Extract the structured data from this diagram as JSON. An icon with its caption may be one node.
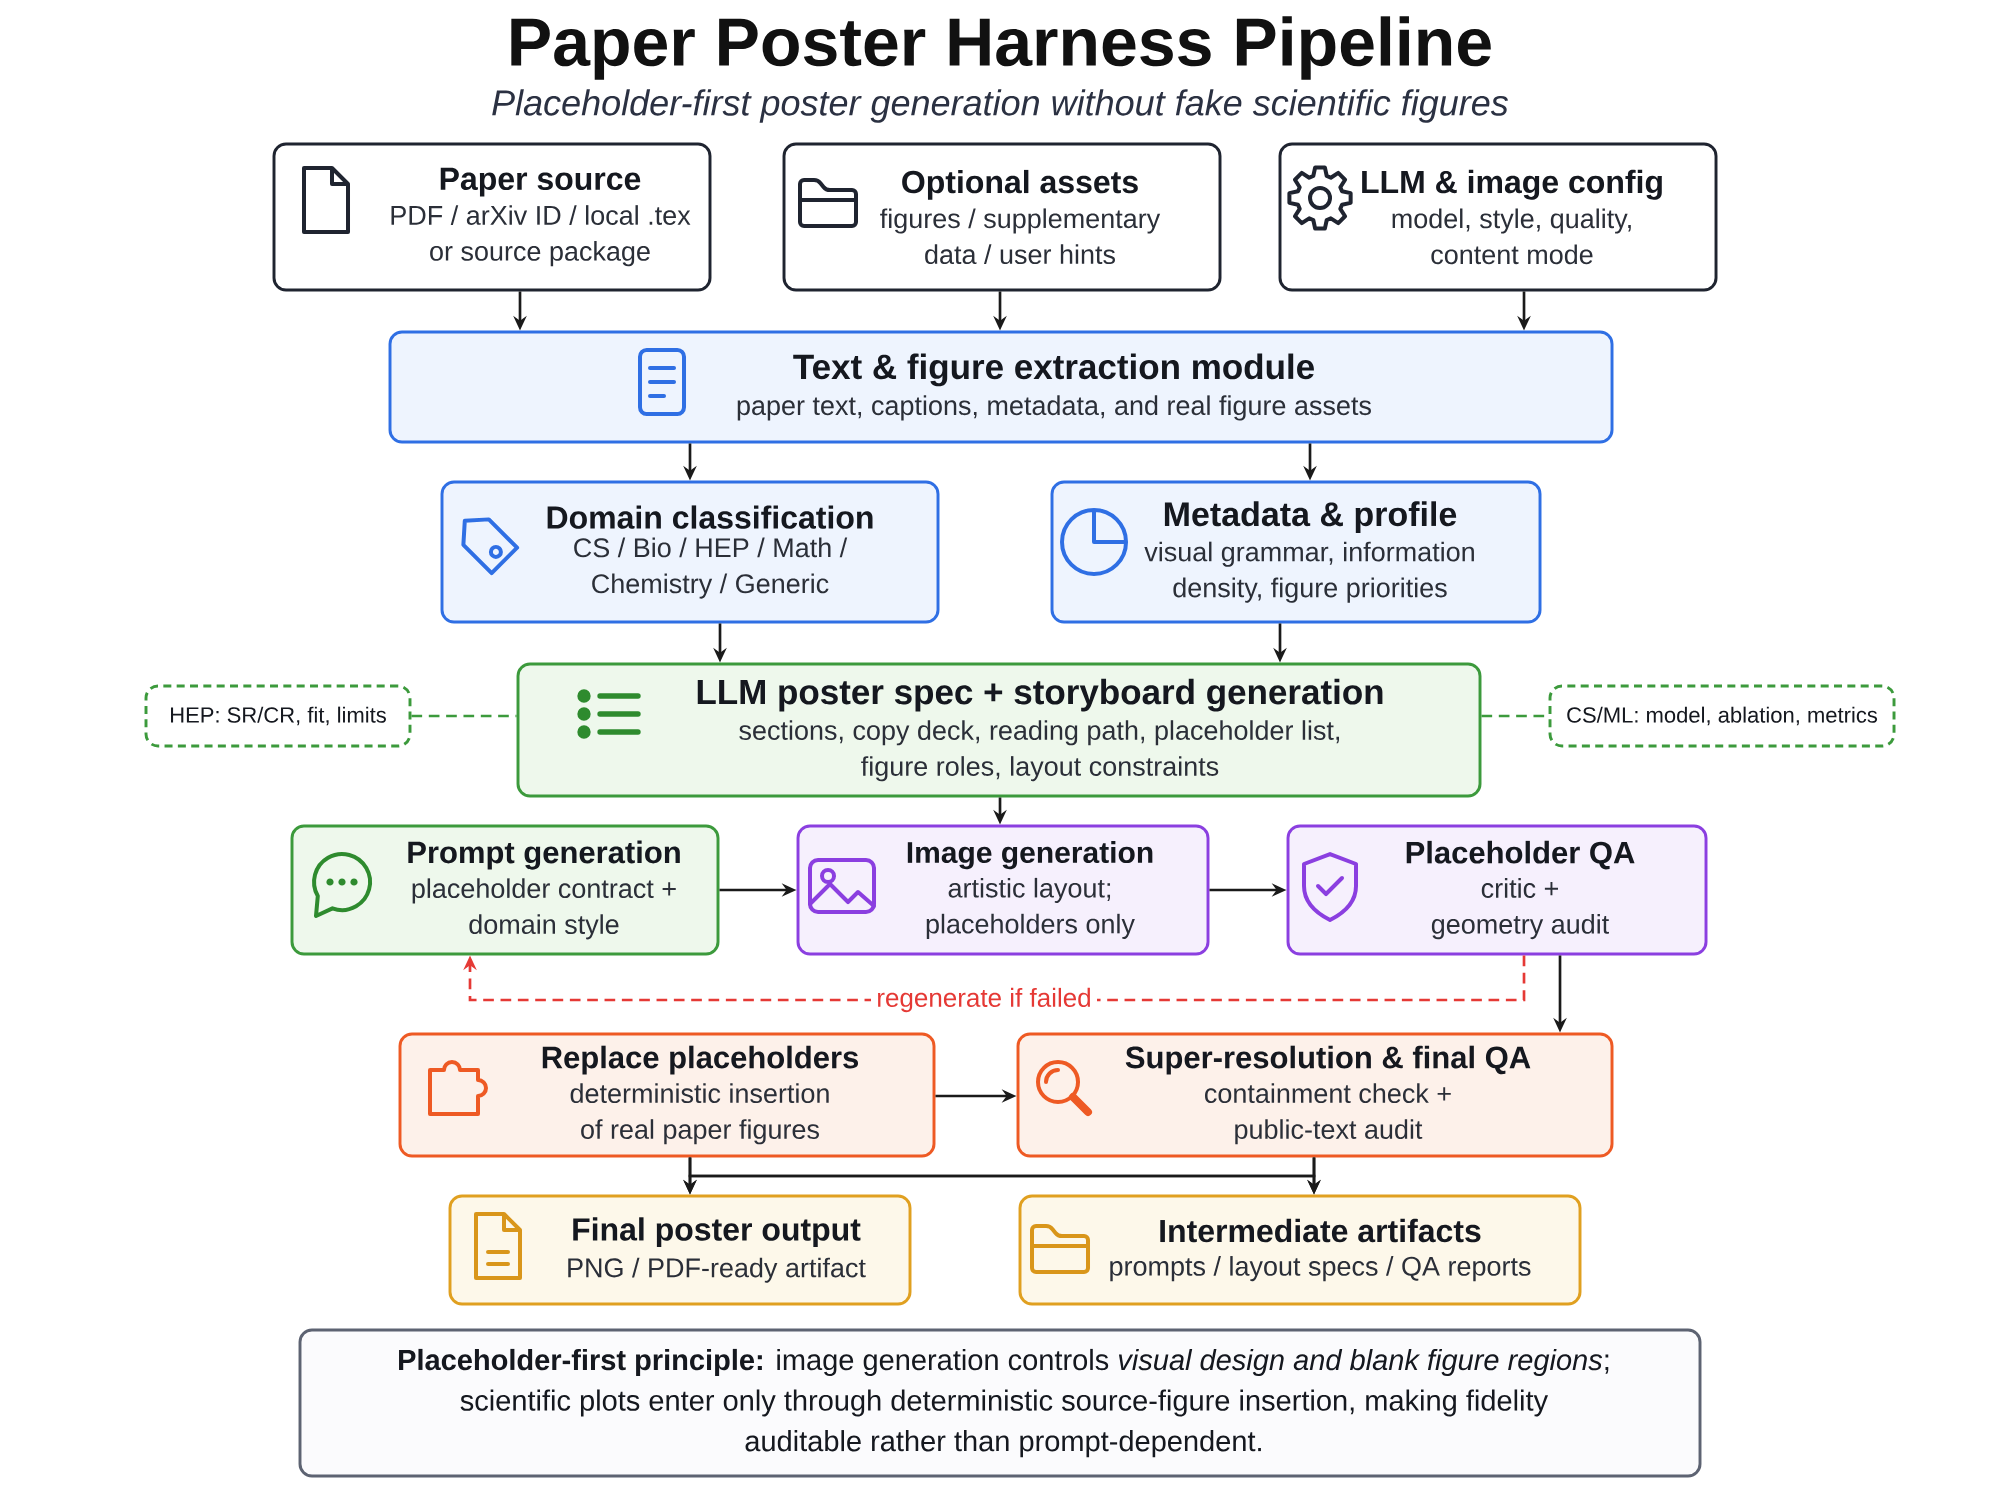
{
  "diagram": {
    "title": "Paper Poster Harness Pipeline",
    "nodes": [
      {
        "text": [
          "Paper source",
          "PDF / arXiv ID / local .tex or source package"
        ]
      },
      {
        "text": [
          "Optional assets",
          "figures / supplementary data / user hints"
        ]
      },
      {
        "text": [
          "LLM & image config",
          "model, style, quality, content mode"
        ]
      },
      {
        "text": [
          "Text & figure extraction module",
          "paper text, captions, metadata, and real figure assets"
        ]
      },
      {
        "text": [
          "Domain classification",
          "CS / Bio / HEP / Math / Chemistry / Generic"
        ]
      },
      {
        "text": [
          "Metadata & profile",
          "visual grammar, information density, figure priorities"
        ]
      },
      {
        "text": [
          "HEP: SR/CR, fit, limits"
        ]
      },
      {
        "text": [
          "LLM poster spec + storyboard generation",
          "sections, copy deck, reading path, placeholder list, figure roles, layout constraints"
        ]
      },
      {
        "text": [
          "CS/ML: model, ablation, metrics"
        ]
      },
      {
        "text": [
          "Prompt generation",
          "placeholder contract + domain style"
        ]
      },
      {
        "text": [
          "Image generation",
          "artistic layout; placeholders only"
        ]
      },
      {
        "text": [
          "Placeholder QA",
          "critic + geometry audit"
        ]
      },
      {
        "text": [
          "Replace placeholders",
          "deterministic insertion of real paper figures"
        ]
      },
      {
        "text": [
          "Super-resolution & final QA",
          "containment check + public-text audit"
        ]
      },
      {
        "text": [
          "Final poster output",
          "PNG / PDF-ready artifact"
        ]
      },
      {
        "text": [
          "Intermediate artifacts",
          "prompts / layout specs / QA reports"
        ]
      },
      {
        "text": [
          "**Placeholder-first principle:** image generation controls *visual design and blank figure regions*; scientific plots enter only through deterministic source-figure insertion, making fidelity auditable rather than prompt-dependent."
        ]
      }
    ],
    "edges": [
      {
        "from": 0,
        "to": 3,
        "arrow": "to"
      },
      {
        "from": 1,
        "to": 3,
        "arrow": "to"
      },
      {
        "from": 2,
        "to": 3,
        "arrow": "to"
      },
      {
        "from": 3,
        "to": 4,
        "arrow": "to"
      },
      {
        "from": 3,
        "to": 5,
        "arrow": "to"
      },
      {
        "from": 4,
        "to": 7,
        "arrow": "to"
      },
      {
        "from": 5,
        "to": 7,
        "arrow": "to"
      },
      {
        "from": 6,
        "to": 7,
        "arrow": "none",
        "style": "dashed",
        "color": "#3c9a3c"
      },
      {
        "from": 7,
        "to": 8,
        "arrow": "none",
        "style": "dashed",
        "color": "#3c9a3c"
      },
      {
        "from": 7,
        "to": 10,
        "arrow": "to"
      },
      {
        "from": 9,
        "to": 10,
        "arrow": "to"
      },
      {
        "from": 10,
        "to": 11,
        "arrow": "to"
      },
      {
        "from": 11,
        "to": 13,
        "arrow": "to"
      },
      {
        "from": 11,
        "to": 9,
        "arrow": "to",
        "label": "regenerate if failed",
        "style": "dashed",
        "color": "#e53935"
      },
      {
        "from": 12,
        "to": 13,
        "arrow": "to"
      },
      {
        "from": 12,
        "to": 14,
        "arrow": "to"
      },
      {
        "from": 12,
        "to": 15,
        "arrow": "to"
      },
      {
        "from": 13,
        "to": 14,
        "arrow": "to"
      },
      {
        "from": 13,
        "to": 15,
        "arrow": "to"
      }
    ],
    "labels": [
      "Placeholder-first poster generation without fake scientific figures"
    ]
  }
}
